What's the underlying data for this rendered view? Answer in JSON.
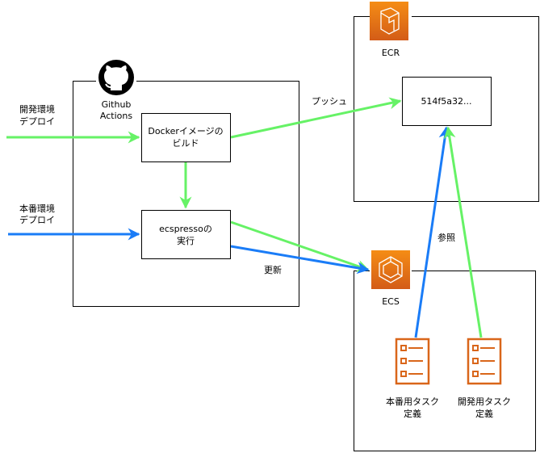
{
  "colors": {
    "green": "#66f266",
    "blue": "#1a7cf7",
    "aws_orange_top": "#f58d15",
    "aws_orange_bottom": "#d35c17",
    "task_orange": "#d9661a",
    "line": "#000000"
  },
  "inputs": {
    "dev_deploy": [
      "開発環境",
      "デプロイ"
    ],
    "prod_deploy": [
      "本番環境",
      "デプロイ"
    ]
  },
  "github": {
    "icon": "github-octocat-icon",
    "label": [
      "Github",
      "Actions"
    ],
    "build_box": [
      "Dockerイメージの",
      "ビルド"
    ],
    "run_box": [
      "ecspressoの",
      "実行"
    ]
  },
  "edges": {
    "push_label": "プッシュ",
    "update_label": "更新",
    "reference_label": "参照"
  },
  "ecr": {
    "icon": "aws-ecr-icon",
    "label": "ECR",
    "image_tag": "514f5a32..."
  },
  "ecs": {
    "icon": "aws-ecs-icon",
    "label": "ECS",
    "task_defs": [
      {
        "icon": "task-definition-icon",
        "label": [
          "本番用タスク",
          "定義"
        ]
      },
      {
        "icon": "task-definition-icon",
        "label": [
          "開発用タスク",
          "定義"
        ]
      }
    ]
  }
}
